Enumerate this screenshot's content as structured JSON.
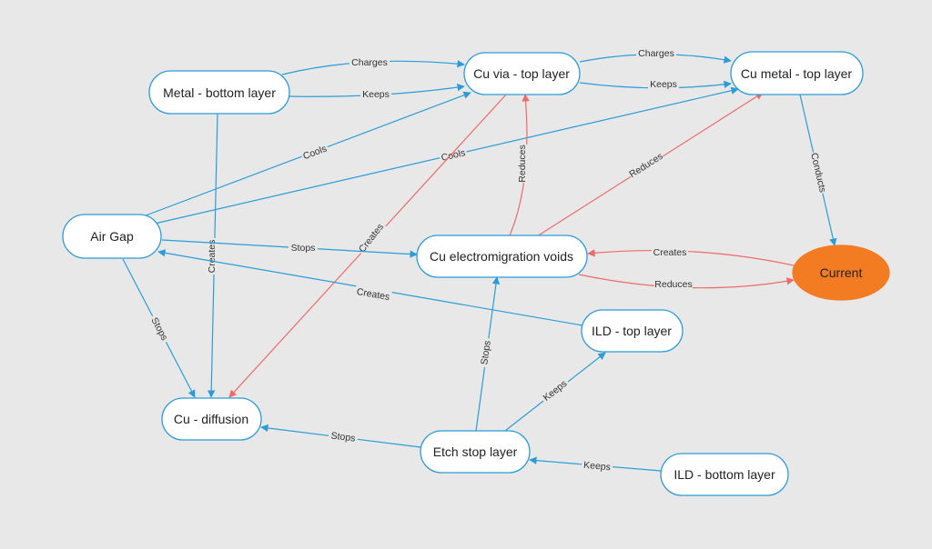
{
  "colors": {
    "background": "#e8e8e8",
    "node_fill": "#ffffff",
    "node_border": "#2b9cd8",
    "edge_blue": "#2b9cd8",
    "edge_red": "#ee6a6a",
    "accent_node": "#f37b22"
  },
  "nodes": {
    "metal_bottom": {
      "label": "Metal - bottom layer"
    },
    "cu_via_top": {
      "label": "Cu via - top layer"
    },
    "cu_metal_top": {
      "label": "Cu metal - top layer"
    },
    "air_gap": {
      "label": "Air Gap"
    },
    "cu_em_voids": {
      "label": "Cu electromigration voids"
    },
    "current": {
      "label": "Current"
    },
    "ild_top": {
      "label": "ILD - top layer"
    },
    "cu_diffusion": {
      "label": "Cu - diffusion"
    },
    "etch_stop": {
      "label": "Etch stop layer"
    },
    "ild_bottom": {
      "label": "ILD - bottom layer"
    }
  },
  "edges": [
    {
      "id": "metal_charges_via",
      "label": "Charges",
      "color": "blue"
    },
    {
      "id": "metal_keeps_via",
      "label": "Keeps",
      "color": "blue"
    },
    {
      "id": "via_charges_metal",
      "label": "Charges",
      "color": "blue"
    },
    {
      "id": "via_keeps_metal",
      "label": "Keeps",
      "color": "blue"
    },
    {
      "id": "airgap_cools_via",
      "label": "Cools",
      "color": "blue"
    },
    {
      "id": "airgap_cools_metal",
      "label": "Cools",
      "color": "blue"
    },
    {
      "id": "metal_creates_diffusion",
      "label": "Creates",
      "color": "blue"
    },
    {
      "id": "via_creates_diffusion",
      "label": "Creates",
      "color": "red"
    },
    {
      "id": "voids_reduces_via",
      "label": "Reduces",
      "color": "red"
    },
    {
      "id": "voids_reduces_metal",
      "label": "Reduces",
      "color": "red"
    },
    {
      "id": "metal_conducts_current",
      "label": "Conducts",
      "color": "blue"
    },
    {
      "id": "airgap_stops_voids",
      "label": "Stops",
      "color": "blue"
    },
    {
      "id": "current_creates_voids",
      "label": "Creates",
      "color": "red"
    },
    {
      "id": "voids_reduces_current",
      "label": "Reduces",
      "color": "red"
    },
    {
      "id": "ild_creates_airgap",
      "label": "Creates",
      "color": "blue"
    },
    {
      "id": "airgap_stops_diffusion",
      "label": "Stops",
      "color": "blue"
    },
    {
      "id": "etch_stops_voids",
      "label": "Stops",
      "color": "blue"
    },
    {
      "id": "etch_keeps_ild",
      "label": "Keeps",
      "color": "blue"
    },
    {
      "id": "etch_stops_diffusion",
      "label": "Stops",
      "color": "blue"
    },
    {
      "id": "ildbottom_keeps_etch",
      "label": "Keeps",
      "color": "blue"
    }
  ]
}
